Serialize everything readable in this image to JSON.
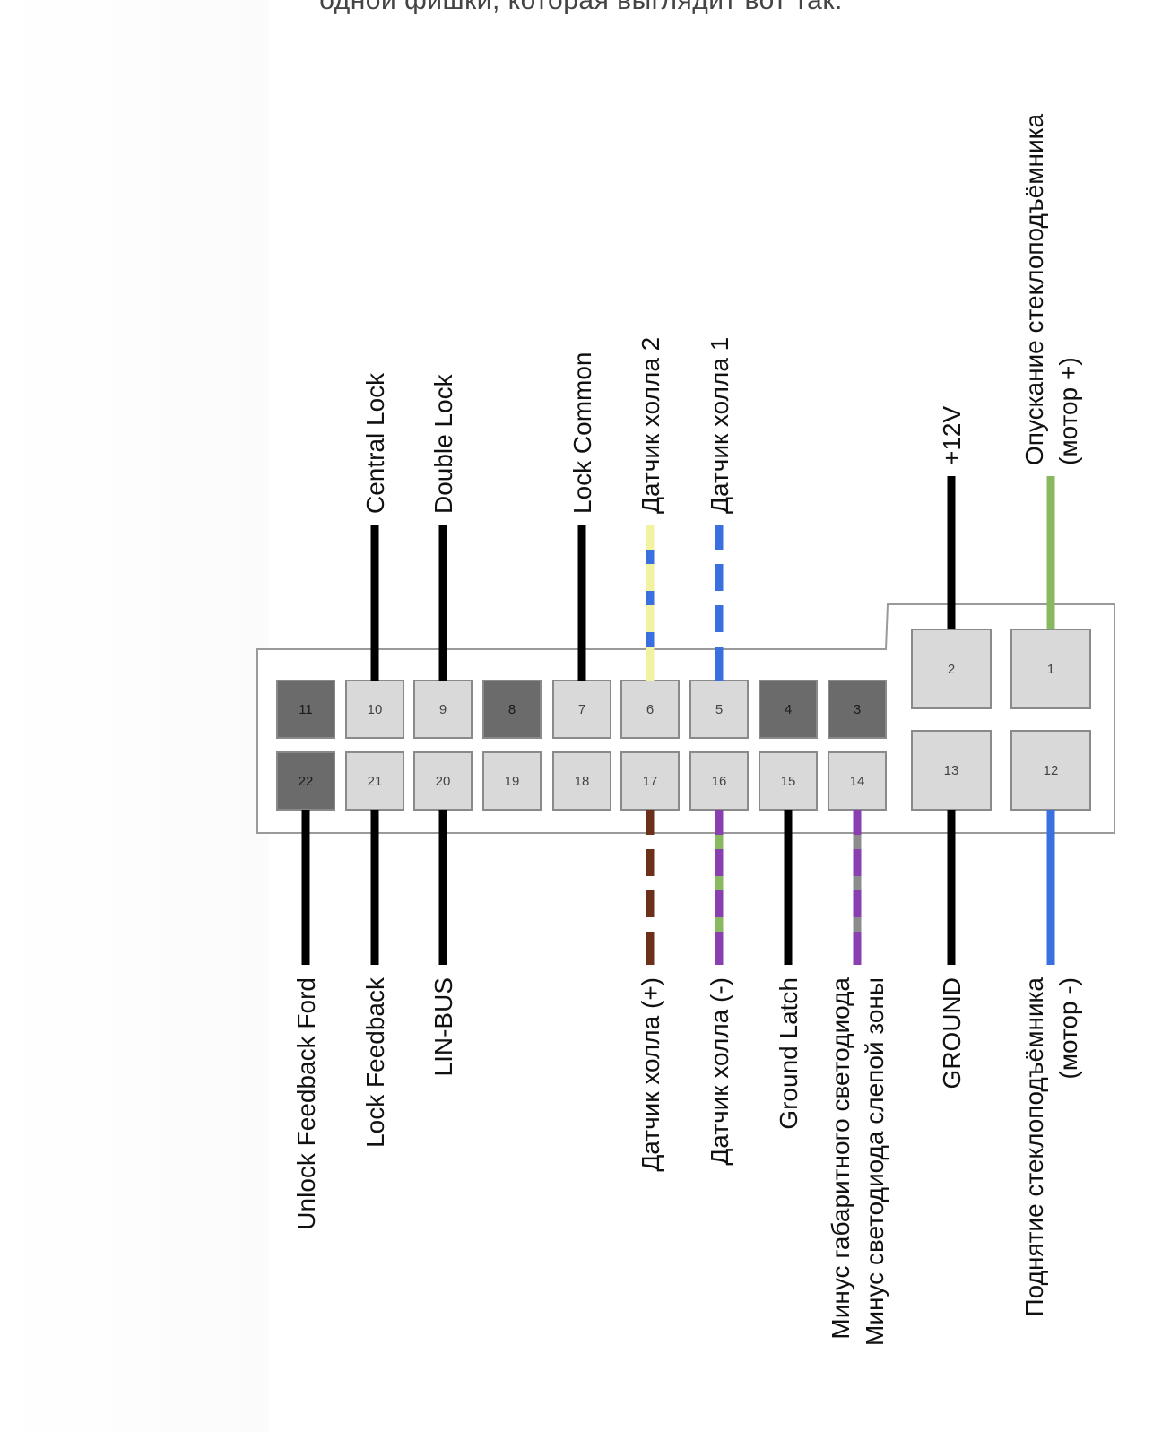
{
  "caption": "одной фишки, которая выглядит вот так:",
  "colors": {
    "pin_light": "#d9d9d9",
    "pin_dark": "#6b6b6b",
    "housing_border": "#9a9a9a",
    "wire_black": "#000000",
    "wire_green": "#88b860",
    "wire_blue": "#3a6fe0",
    "wire_yellow": "#f2f2a0",
    "wire_brown": "#6b2f1a",
    "wire_purple": "#8a3fb0",
    "wire_gray": "#8c8c8c"
  },
  "pins": [
    {
      "n": "1",
      "shade": "light"
    },
    {
      "n": "2",
      "shade": "light"
    },
    {
      "n": "3",
      "shade": "dark"
    },
    {
      "n": "4",
      "shade": "dark"
    },
    {
      "n": "5",
      "shade": "light"
    },
    {
      "n": "6",
      "shade": "light"
    },
    {
      "n": "7",
      "shade": "light"
    },
    {
      "n": "8",
      "shade": "dark"
    },
    {
      "n": "9",
      "shade": "light"
    },
    {
      "n": "10",
      "shade": "light"
    },
    {
      "n": "11",
      "shade": "dark"
    },
    {
      "n": "12",
      "shade": "light"
    },
    {
      "n": "13",
      "shade": "light"
    },
    {
      "n": "14",
      "shade": "light"
    },
    {
      "n": "15",
      "shade": "light"
    },
    {
      "n": "16",
      "shade": "light"
    },
    {
      "n": "17",
      "shade": "light"
    },
    {
      "n": "18",
      "shade": "light"
    },
    {
      "n": "19",
      "shade": "light"
    },
    {
      "n": "20",
      "shade": "light"
    },
    {
      "n": "21",
      "shade": "light"
    },
    {
      "n": "22",
      "shade": "dark"
    }
  ],
  "wires": [
    {
      "pin": "10",
      "colors": [
        "black"
      ],
      "label": [
        "Central Lock"
      ]
    },
    {
      "pin": "9",
      "colors": [
        "black"
      ],
      "label": [
        "Double Lock"
      ]
    },
    {
      "pin": "7",
      "colors": [
        "black"
      ],
      "label": [
        "Lock Common"
      ]
    },
    {
      "pin": "6",
      "colors": [
        "yellow",
        "blue"
      ],
      "label": [
        "Датчик холла 2"
      ]
    },
    {
      "pin": "5",
      "colors": [
        "blue",
        "white"
      ],
      "label": [
        "Датчик холла 1"
      ]
    },
    {
      "pin": "2",
      "colors": [
        "black"
      ],
      "label": [
        "+12V"
      ]
    },
    {
      "pin": "1",
      "colors": [
        "green"
      ],
      "label": [
        "Опускание стеклоподъёмника",
        "(мотор +)"
      ]
    },
    {
      "pin": "22",
      "colors": [
        "black"
      ],
      "label": [
        "Unlock Feedback Ford"
      ]
    },
    {
      "pin": "21",
      "colors": [
        "black"
      ],
      "label": [
        "Lock Feedback"
      ]
    },
    {
      "pin": "20",
      "colors": [
        "black"
      ],
      "label": [
        "LIN-BUS"
      ]
    },
    {
      "pin": "17",
      "colors": [
        "brown",
        "white"
      ],
      "label": [
        "Датчик холла (+)"
      ]
    },
    {
      "pin": "16",
      "colors": [
        "purple",
        "green"
      ],
      "label": [
        "Датчик холла (-)"
      ]
    },
    {
      "pin": "15",
      "colors": [
        "black"
      ],
      "label": [
        "Ground Latch"
      ]
    },
    {
      "pin": "14",
      "colors": [
        "purple",
        "gray"
      ],
      "label": [
        "Минус габаритного светодиода",
        "Минус светодиода слепой зоны"
      ]
    },
    {
      "pin": "13",
      "colors": [
        "black"
      ],
      "label": [
        "GROUND"
      ]
    },
    {
      "pin": "12",
      "colors": [
        "blue"
      ],
      "label": [
        "Поднятие стеклоподъёмника",
        "(мотор -)"
      ]
    }
  ]
}
